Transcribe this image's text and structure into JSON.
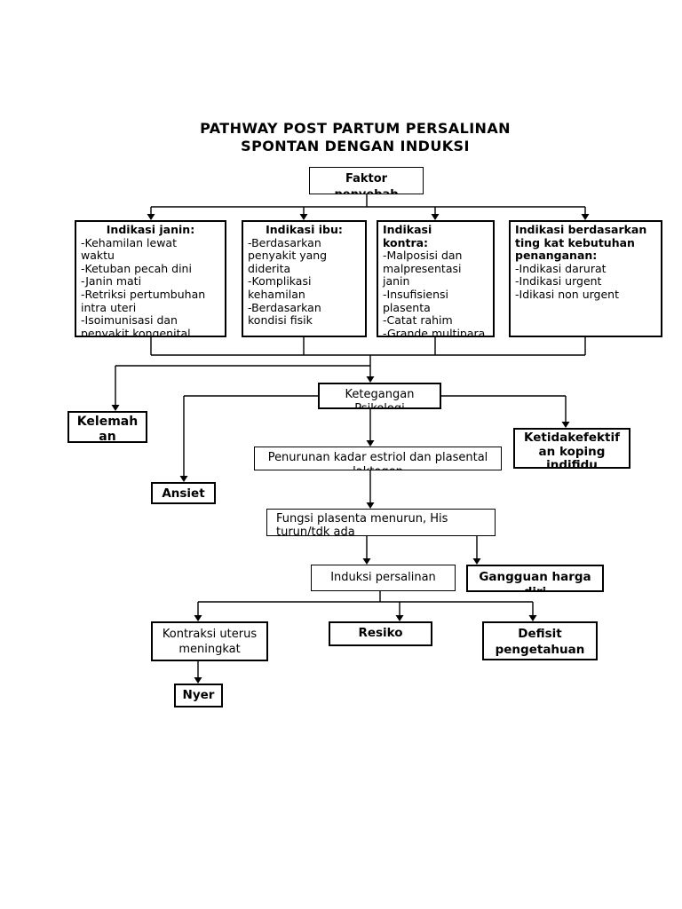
{
  "page": {
    "title_line1": "PATHWAY POST PARTUM PERSALINAN",
    "title_line2": "SPONTAN DENGAN INDUKSI"
  },
  "colors": {
    "text": "#000000",
    "border": "#000000",
    "connector": "#000000",
    "background": "#ffffff"
  },
  "nodes": {
    "faktor_penyebab": {
      "lines": [
        "Faktor",
        "penyebab"
      ]
    },
    "indikasi_janin": {
      "heading": "Indikasi janin:",
      "lines": [
        "-Kehamilan lewat",
        "waktu",
        "-Ketuban pecah dini",
        "-Janin mati",
        "-Retriksi pertumbuhan",
        "intra uteri",
        "-Isoimunisasi dan",
        "penyakit kongenital"
      ]
    },
    "indikasi_ibu": {
      "heading": "Indikasi ibu:",
      "lines": [
        "-Berdasarkan",
        "penyakit yang",
        "diderita",
        "-Komplikasi",
        "kehamilan",
        "-Berdasarkan",
        "kondisi fisik"
      ]
    },
    "indikasi_kontra": {
      "heading_lines": [
        "Indikasi",
        "kontra:"
      ],
      "lines": [
        "-Malposisi dan",
        "malpresentasi",
        "janin",
        "-Insufisiensi",
        "plasenta",
        "-Catat rahim",
        "-Grande multipara"
      ]
    },
    "indikasi_tingkat": {
      "heading_lines": [
        "Indikasi berdasarkan",
        "ting kat kebutuhan",
        "penanganan:"
      ],
      "lines": [
        "-Indikasi darurat",
        "-Indikasi urgent",
        "-Idikasi non urgent"
      ]
    },
    "ketegangan": {
      "lines": [
        "Ketegangan",
        "Psikologi"
      ]
    },
    "kelemahan": {
      "lines": [
        "Kelemah",
        "an"
      ]
    },
    "ketidakefektifan": {
      "lines": [
        "Ketidakefektif",
        "an koping",
        "indifidu"
      ]
    },
    "penurunan": {
      "lines": [
        "Penurunan kadar estriol dan plasental",
        "laktogen"
      ]
    },
    "ansiet": {
      "label": "Ansiet"
    },
    "fungsi_plasenta": {
      "lines": [
        "Fungsi plasenta menurun, His",
        "turun/tdk ada"
      ]
    },
    "induksi": {
      "label": "Induksi persalinan"
    },
    "gangguan_harga_diri": {
      "lines": [
        "Gangguan harga",
        "diri"
      ]
    },
    "kontraksi": {
      "lines": [
        "Kontraksi uterus",
        "meningkat"
      ]
    },
    "resiko": {
      "label": "Resiko"
    },
    "defisit": {
      "lines": [
        "Defisit",
        "pengetahuan"
      ]
    },
    "nyeri": {
      "label": "Nyer"
    }
  }
}
